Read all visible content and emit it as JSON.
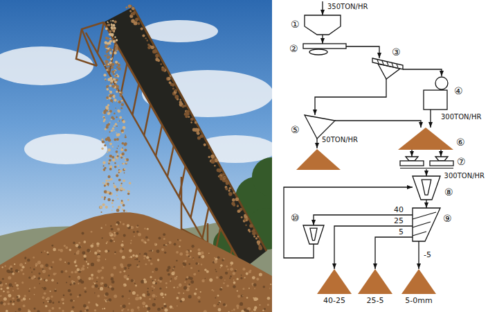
{
  "diagram": {
    "nodes": [
      {
        "text": [
          "①"
        ]
      },
      {
        "text": [
          "②"
        ]
      },
      {
        "text": [
          "③"
        ]
      },
      {
        "text": [
          "④"
        ]
      },
      {
        "text": [
          "⑤"
        ]
      },
      {
        "text": [
          "⑥"
        ]
      },
      {
        "text": [
          "⑦"
        ]
      },
      {
        "text": [
          "⑧"
        ]
      },
      {
        "text": [
          "⑨"
        ]
      },
      {
        "text": [
          "⑩"
        ]
      },
      {
        "text": [
          "40-25"
        ]
      },
      {
        "text": [
          "25-5"
        ]
      },
      {
        "text": [
          "5-0mm"
        ]
      }
    ],
    "edges": [
      {
        "from": 0,
        "to": 1,
        "arrow": "to"
      },
      {
        "from": 1,
        "to": 2,
        "arrow": "to"
      },
      {
        "from": 2,
        "to": 3,
        "arrow": "to"
      },
      {
        "from": 2,
        "to": 4,
        "arrow": "to"
      },
      {
        "from": 4,
        "to": 5,
        "arrow": "to"
      },
      {
        "from": 3,
        "to": 5,
        "label": "300TON/HR",
        "arrow": "to"
      },
      {
        "from": 5,
        "to": 6,
        "arrow": "to"
      },
      {
        "from": 5,
        "to": 6,
        "arrow": "to"
      },
      {
        "from": 6,
        "to": 7,
        "label": "300TON/HR",
        "arrow": "to"
      },
      {
        "from": 7,
        "to": 8,
        "arrow": "to"
      },
      {
        "from": 8,
        "to": 9,
        "label": "40",
        "arrow": "to"
      },
      {
        "from": 8,
        "to": 10,
        "label": "25",
        "arrow": "to"
      },
      {
        "from": 8,
        "to": 11,
        "label": "5",
        "arrow": "to"
      },
      {
        "from": 8,
        "to": 12,
        "label": "-5",
        "arrow": "to"
      },
      {
        "from": 9,
        "to": 7,
        "arrow": "to"
      }
    ],
    "labels": [
      "350TON/HR",
      "50TON/HR"
    ]
  }
}
